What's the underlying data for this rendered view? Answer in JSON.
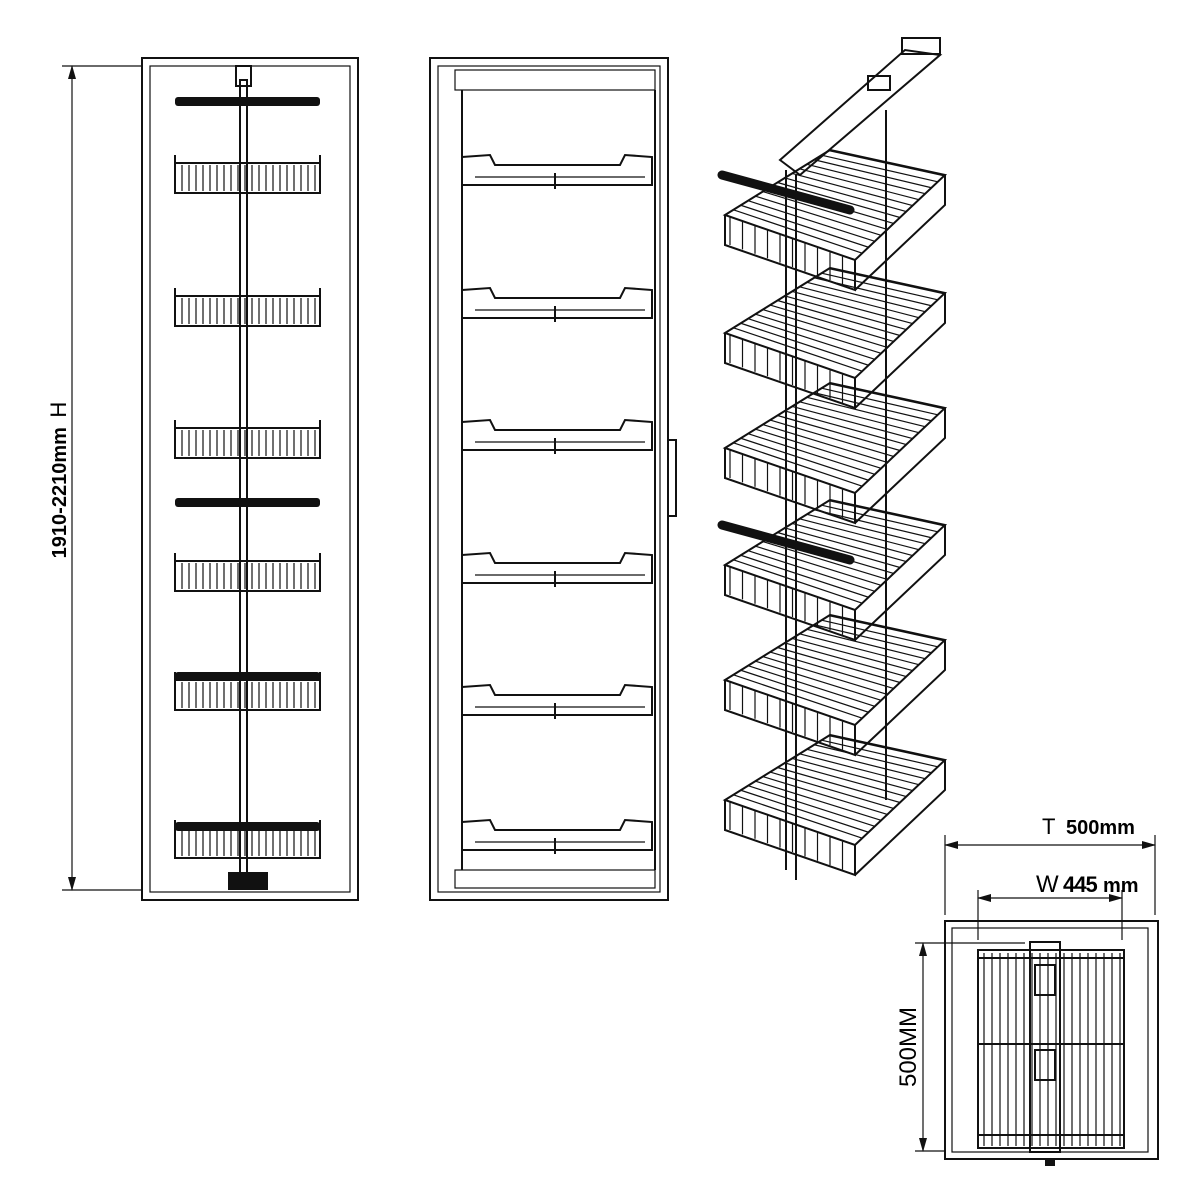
{
  "dimensions": {
    "height_label": "1910-2210mm",
    "height_suffix": "H",
    "depth_prefix": "T",
    "depth_label": "500mm",
    "width_prefix": "W",
    "width_value": "445",
    "width_unit": "mm",
    "cabinet_depth_label": "500MM"
  },
  "baskets": {
    "count": 6
  }
}
